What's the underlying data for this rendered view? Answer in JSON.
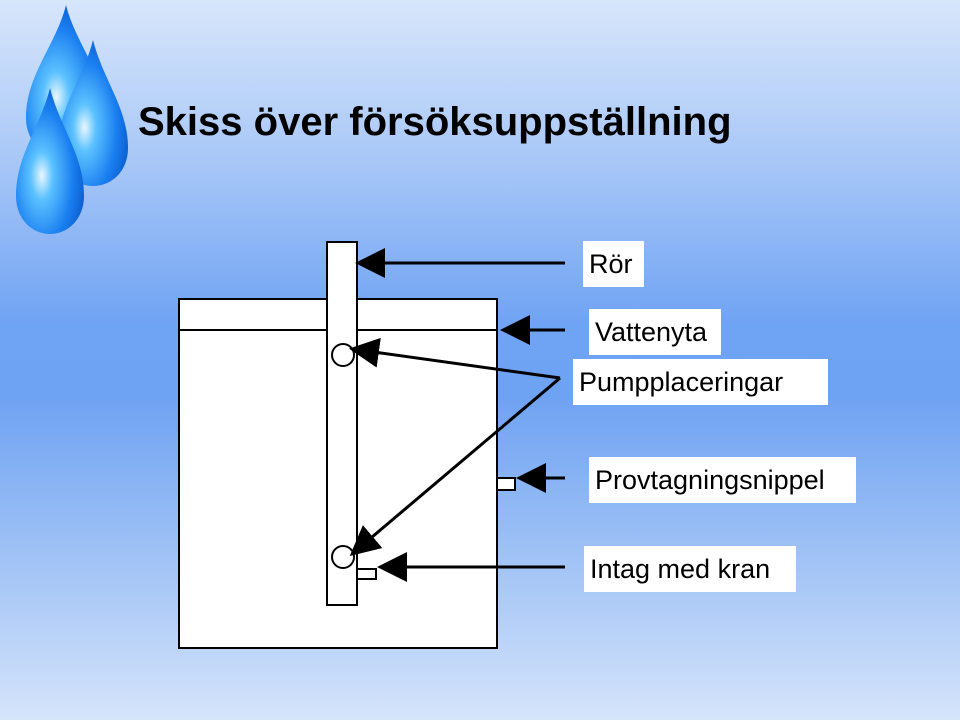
{
  "title": "Skiss över försöksuppställning",
  "labels": {
    "ror": "Rör",
    "vattenyta": "Vattenyta",
    "pumpplaceringar": "Pumpplaceringar",
    "provtagningsnippel": "Provtagningsnippel",
    "intag": "Intag med kran"
  },
  "icons": [
    "water-drop-icon"
  ],
  "colors": {
    "drop_blue": "#1a7ff0",
    "line": "#000000",
    "fill": "#ffffff"
  }
}
